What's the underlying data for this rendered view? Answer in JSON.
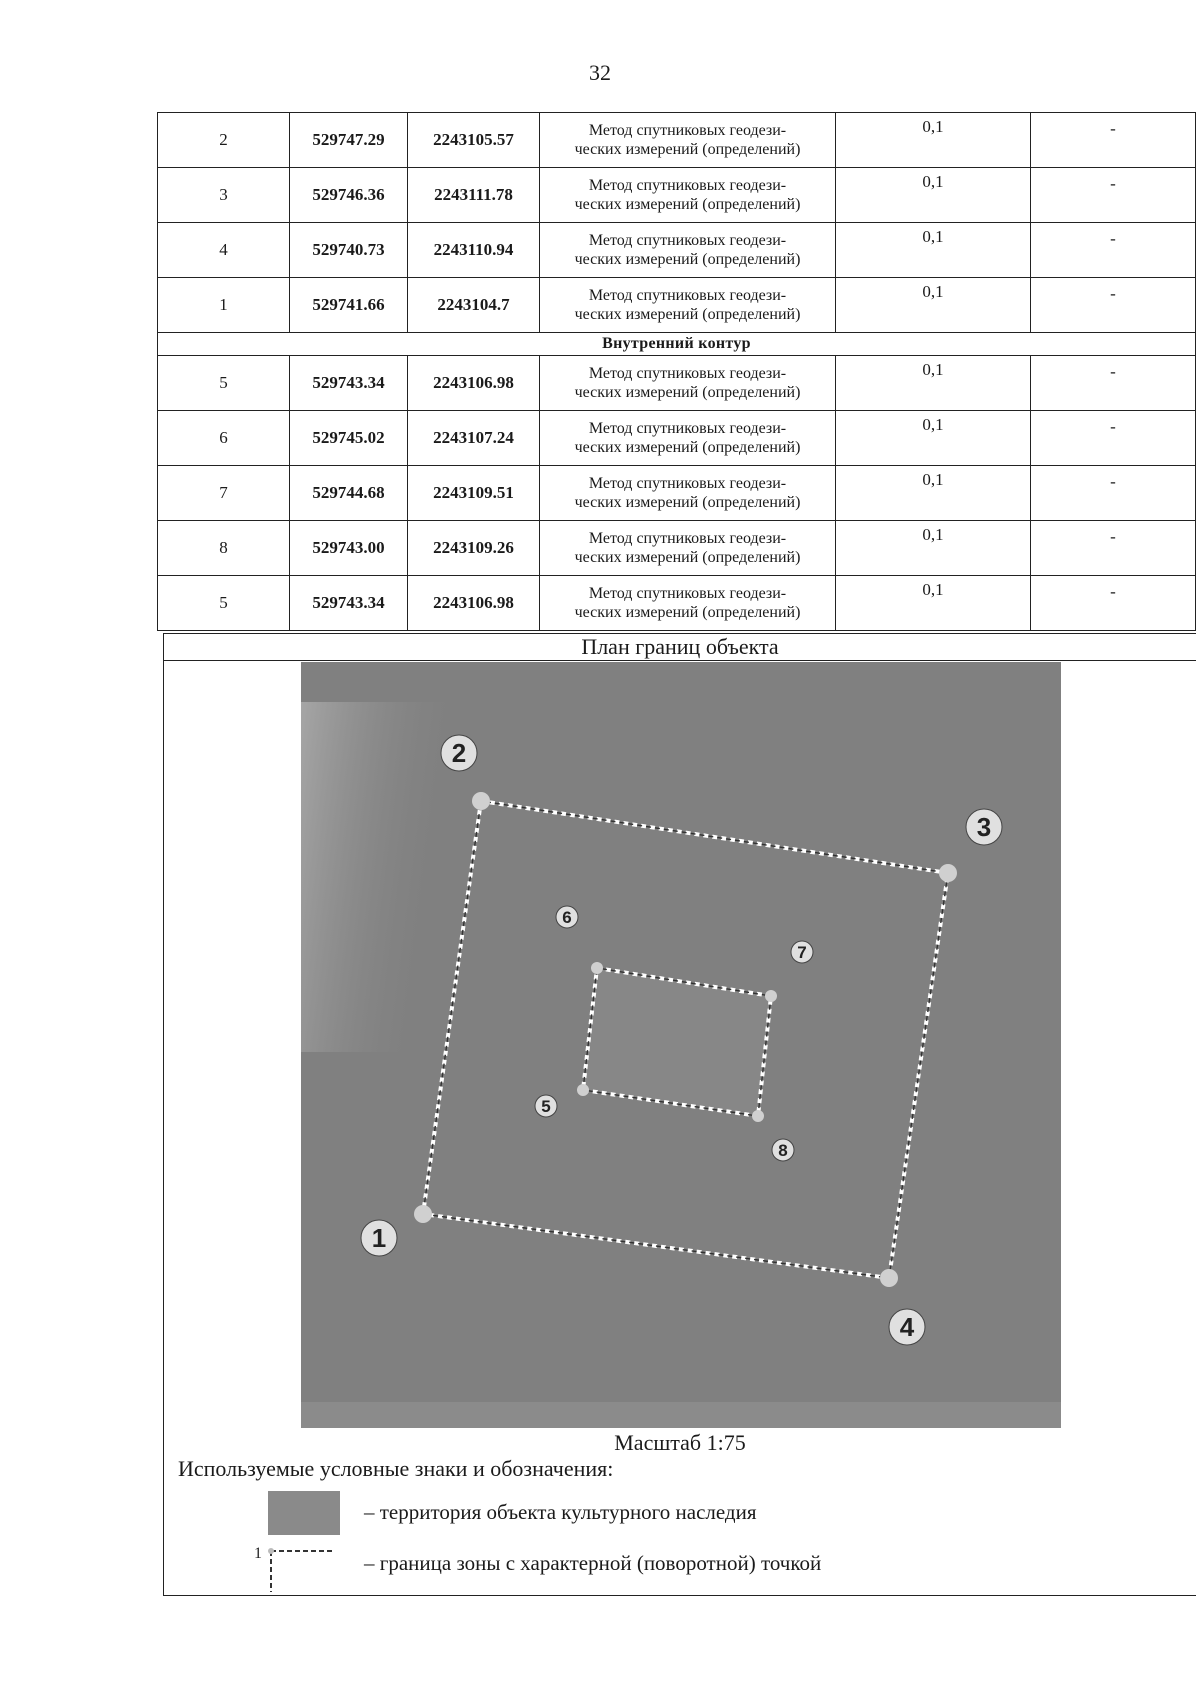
{
  "page_number": "32",
  "table": {
    "outer_rows": [
      {
        "n": "2",
        "x": "529747.29",
        "y": "2243105.57",
        "method_line1": "Метод спутниковых геодези-",
        "method_line2": "ческих измерений (определений)",
        "accuracy": "0,1",
        "note": "-"
      },
      {
        "n": "3",
        "x": "529746.36",
        "y": "2243111.78",
        "method_line1": "Метод спутниковых геодези-",
        "method_line2": "ческих измерений (определений)",
        "accuracy": "0,1",
        "note": "-"
      },
      {
        "n": "4",
        "x": "529740.73",
        "y": "2243110.94",
        "method_line1": "Метод спутниковых геодези-",
        "method_line2": "ческих измерений (определений)",
        "accuracy": "0,1",
        "note": "-"
      },
      {
        "n": "1",
        "x": "529741.66",
        "y": "2243104.7",
        "method_line1": "Метод спутниковых геодези-",
        "method_line2": "ческих измерений (определений)",
        "accuracy": "0,1",
        "note": "-"
      }
    ],
    "section_title": "Внутренний контур",
    "inner_rows": [
      {
        "n": "5",
        "x": "529743.34",
        "y": "2243106.98",
        "method_line1": "Метод спутниковых геодези-",
        "method_line2": "ческих измерений (определений)",
        "accuracy": "0,1",
        "note": "-"
      },
      {
        "n": "6",
        "x": "529745.02",
        "y": "2243107.24",
        "method_line1": "Метод спутниковых геодези-",
        "method_line2": "ческих измерений (определений)",
        "accuracy": "0,1",
        "note": "-"
      },
      {
        "n": "7",
        "x": "529744.68",
        "y": "2243109.51",
        "method_line1": "Метод спутниковых геодези-",
        "method_line2": "ческих измерений (определений)",
        "accuracy": "0,1",
        "note": "-"
      },
      {
        "n": "8",
        "x": "529743.00",
        "y": "2243109.26",
        "method_line1": "Метод спутниковых геодези-",
        "method_line2": "ческих измерений (определений)",
        "accuracy": "0,1",
        "note": "-"
      },
      {
        "n": "5",
        "x": "529743.34",
        "y": "2243106.98",
        "method_line1": "Метод спутниковых геодези-",
        "method_line2": "ческих измерений (определений)",
        "accuracy": "0,1",
        "note": "-"
      }
    ]
  },
  "plan": {
    "title": "План границ объекта",
    "scale": "Масштаб 1:75",
    "point_labels": {
      "p1": "1",
      "p2": "2",
      "p3": "3",
      "p4": "4",
      "p5": "5",
      "p6": "6",
      "p7": "7",
      "p8": "8"
    },
    "colors": {
      "map_fill": "#808080",
      "map_light": "#a6a6a6",
      "boundary": "#ffffff",
      "point": "#d0d0d0"
    }
  },
  "legend": {
    "title": "Используемые условные знаки и обозначения:",
    "item1": "– территория объекта культурного наследия",
    "item2_marker": "1",
    "item2": "– граница зоны с характерной (поворотной) точкой"
  }
}
